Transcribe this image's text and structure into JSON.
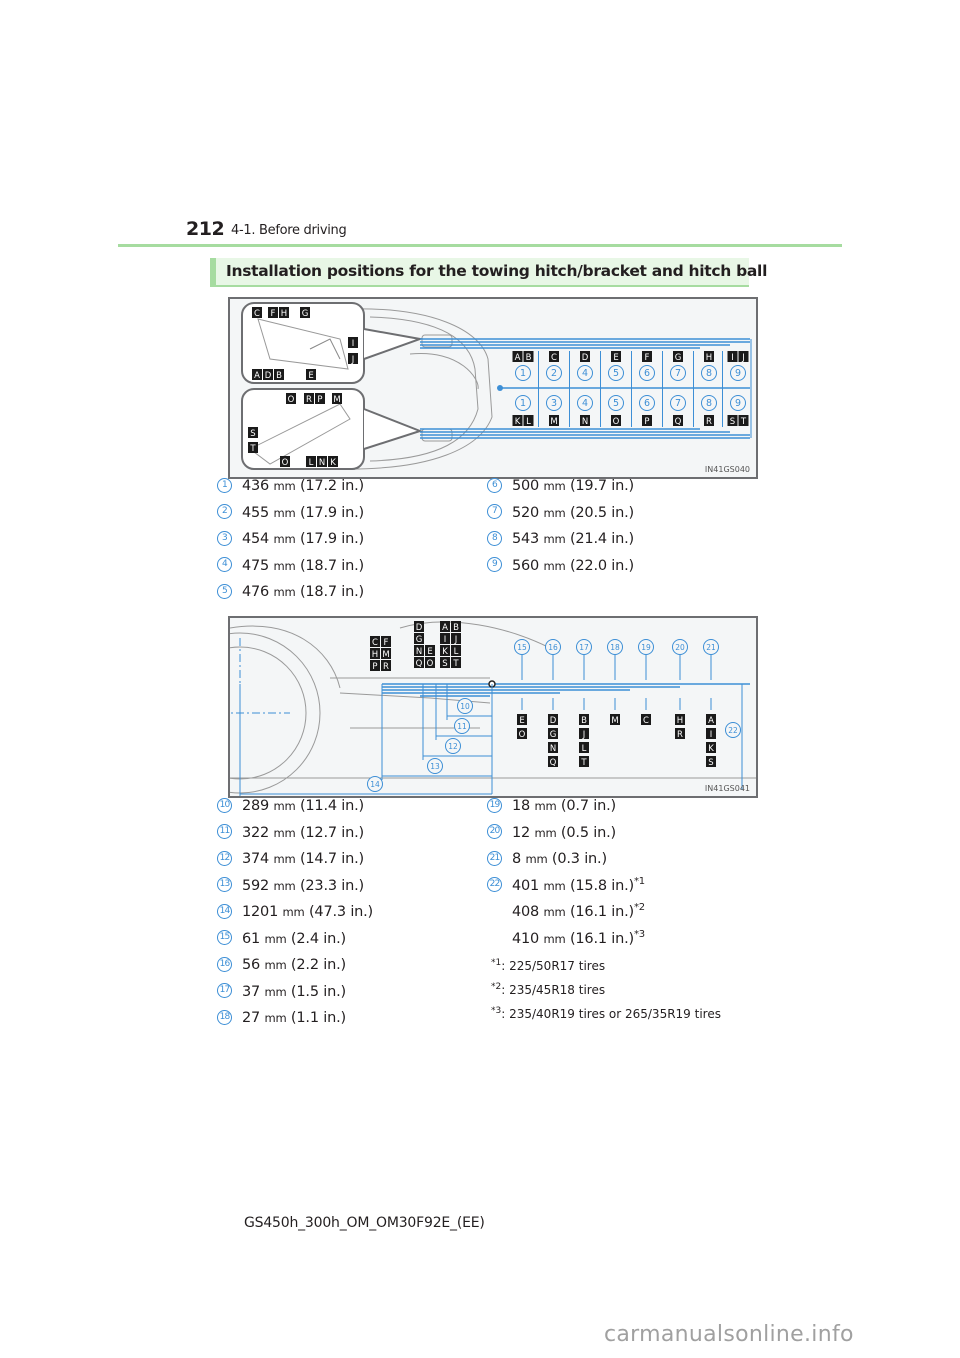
{
  "header": {
    "page_number": "212",
    "section": "4-1. Before driving"
  },
  "heading": "Installation positions for the towing hitch/bracket and hitch ball",
  "figure_top": {
    "code": "IN41GS040",
    "upper_letters": [
      "C",
      "F",
      "H",
      "G",
      "I",
      "J",
      "A",
      "D",
      "B",
      "E"
    ],
    "lower_letters": [
      "O",
      "R",
      "P",
      "M",
      "S",
      "T",
      "O",
      "L",
      "N",
      "K"
    ],
    "top_row_labels": [
      "A B",
      "C",
      "D",
      "E",
      "F",
      "G",
      "H",
      "I J"
    ],
    "top_row_numbers": [
      "1",
      "2",
      "4",
      "5",
      "6",
      "7",
      "8",
      "9"
    ],
    "bottom_row_numbers": [
      "1",
      "3",
      "4",
      "5",
      "6",
      "7",
      "8",
      "9"
    ],
    "bottom_row_labels": [
      "K L",
      "M",
      "N",
      "O",
      "P",
      "Q",
      "R",
      "S T"
    ]
  },
  "specs_top": [
    {
      "num": "1",
      "value": "436",
      "unit": "mm",
      "inch": "(17.2 in.)"
    },
    {
      "num": "2",
      "value": "455",
      "unit": "mm",
      "inch": "(17.9 in.)"
    },
    {
      "num": "3",
      "value": "454",
      "unit": "mm",
      "inch": "(17.9 in.)"
    },
    {
      "num": "4",
      "value": "475",
      "unit": "mm",
      "inch": "(18.7 in.)"
    },
    {
      "num": "5",
      "value": "476",
      "unit": "mm",
      "inch": "(18.7 in.)"
    },
    {
      "num": "6",
      "value": "500",
      "unit": "mm",
      "inch": "(19.7 in.)"
    },
    {
      "num": "7",
      "value": "520",
      "unit": "mm",
      "inch": "(20.5 in.)"
    },
    {
      "num": "8",
      "value": "543",
      "unit": "mm",
      "inch": "(21.4 in.)"
    },
    {
      "num": "9",
      "value": "560",
      "unit": "mm",
      "inch": "(22.0 in.)"
    }
  ],
  "figure_bottom": {
    "code": "IN41GS041",
    "group1": [
      "C",
      "F",
      "H",
      "M",
      "P",
      "R"
    ],
    "group2": [
      "D",
      "G",
      "N",
      "E",
      "Q",
      "O"
    ],
    "group3": [
      "A",
      "B",
      "I",
      "J",
      "K",
      "L",
      "S",
      "T"
    ],
    "dim_numbers": [
      "10",
      "11",
      "12",
      "13",
      "14"
    ],
    "top_numbers": [
      "15",
      "16",
      "17",
      "18",
      "19",
      "20",
      "21"
    ],
    "column_letters": [
      [
        "E",
        "O"
      ],
      [
        "D",
        "G",
        "N",
        "Q"
      ],
      [
        "B",
        "J",
        "L",
        "T"
      ],
      [
        "M"
      ],
      [
        "C"
      ],
      [
        "H",
        "R"
      ],
      [
        "A",
        "I",
        "K",
        "S"
      ]
    ],
    "height_number": "22"
  },
  "specs_bottom": [
    {
      "num": "10",
      "value": "289",
      "unit": "mm",
      "inch": "(11.4 in.)"
    },
    {
      "num": "11",
      "value": "322",
      "unit": "mm",
      "inch": "(12.7 in.)"
    },
    {
      "num": "12",
      "value": "374",
      "unit": "mm",
      "inch": "(14.7 in.)"
    },
    {
      "num": "13",
      "value": "592",
      "unit": "mm",
      "inch": "(23.3 in.)"
    },
    {
      "num": "14",
      "value": "1201",
      "unit": "mm",
      "inch": "(47.3 in.)"
    },
    {
      "num": "15",
      "value": "61",
      "unit": "mm",
      "inch": "(2.4 in.)"
    },
    {
      "num": "16",
      "value": "56",
      "unit": "mm",
      "inch": "(2.2 in.)"
    },
    {
      "num": "17",
      "value": "37",
      "unit": "mm",
      "inch": "(1.5 in.)"
    },
    {
      "num": "18",
      "value": "27",
      "unit": "mm",
      "inch": "(1.1 in.)"
    },
    {
      "num": "19",
      "value": "18",
      "unit": "mm",
      "inch": "(0.7 in.)"
    },
    {
      "num": "20",
      "value": "12",
      "unit": "mm",
      "inch": "(0.5 in.)"
    },
    {
      "num": "21",
      "value": "8",
      "unit": "mm",
      "inch": "(0.3 in.)"
    },
    {
      "num": "22",
      "value": "401",
      "unit": "mm",
      "inch": "(15.8 in.)",
      "mark": "*1"
    }
  ],
  "specs_22_extra": [
    {
      "value": "408",
      "unit": "mm",
      "inch": "(16.1 in.)",
      "mark": "*2"
    },
    {
      "value": "410",
      "unit": "mm",
      "inch": "(16.1 in.)",
      "mark": "*3"
    }
  ],
  "notes": [
    {
      "mark": "*1",
      "sep": ":",
      "text": "225/50R17 tires"
    },
    {
      "mark": "*2",
      "sep": ":",
      "text": "235/45R18 tires"
    },
    {
      "mark": "*3",
      "sep": ":",
      "text": "235/40R19 tires or 265/35R19 tires"
    }
  ],
  "footer": "GS450h_300h_OM_OM30F92E_(EE)",
  "watermark": "carmanualsonline.info",
  "colors": {
    "accent_green": "#a6dca0",
    "heading_bg": "#e8f7e6",
    "diagram_blue": "#3d8fd6",
    "label_black": "#1a1a1a"
  }
}
